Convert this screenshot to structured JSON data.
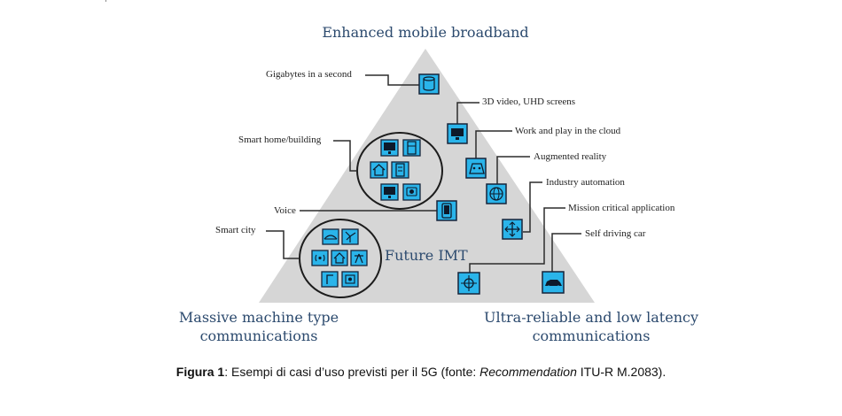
{
  "corners": {
    "top": "Enhanced mobile broadband",
    "left_line1": "Massive machine type",
    "left_line2": "communications",
    "right_line1": "Ultra-reliable and low latency",
    "right_line2": "communications"
  },
  "center_label": "Future IMT",
  "labels": {
    "gigabytes": "Gigabytes in a second",
    "video": "3D video, UHD screens",
    "cloud": "Work and play in the cloud",
    "smart_home": "Smart home/building",
    "ar": "Augmented reality",
    "industry": "Industry automation",
    "voice": "Voice",
    "mission": "Mission critical application",
    "smart_city": "Smart city",
    "car": "Self driving car"
  },
  "caption": {
    "figure": "Figura 1",
    "text_before": ": Esempi di casi d’uso previsti per il 5G (fonte: ",
    "italic": "Recommendation",
    "text_after": " ITU-R M.2083)."
  },
  "colors": {
    "triangle": "#d6d6d6",
    "icon_fill": "#2ab4ea",
    "icon_border": "#16243a",
    "line": "#2b2b2b",
    "heading": "#2c4a6e"
  },
  "icons": [
    "database-icon",
    "monitor-icon",
    "gamepad-icon",
    "globe-icon",
    "gear-icon",
    "phone-icon",
    "arrows-icon",
    "target-icon",
    "car-icon",
    "house-icon",
    "building-icon",
    "tv-icon",
    "camera-icon",
    "signal-icon",
    "tower-icon",
    "streetlight-icon"
  ]
}
